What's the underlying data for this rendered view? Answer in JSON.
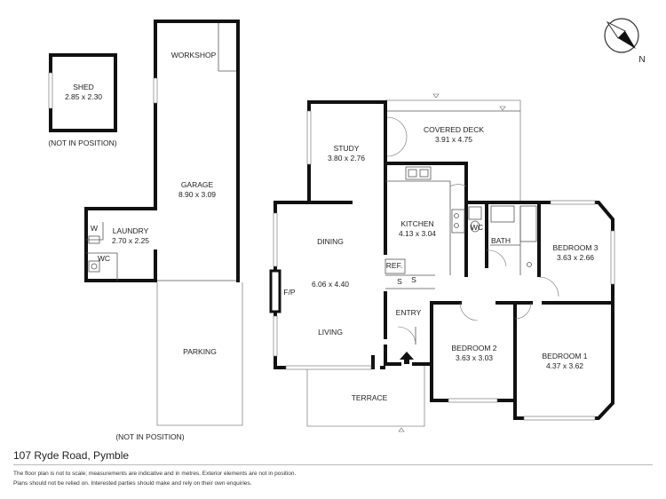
{
  "rooms": {
    "shed": {
      "name": "SHED",
      "dims": "2.85 x 2.30"
    },
    "workshop": {
      "name": "WORKSHOP"
    },
    "garage": {
      "name": "GARAGE",
      "dims": "8.90 x 3.09"
    },
    "laundry": {
      "name": "LAUNDRY",
      "dims": "2.70 x 2.25"
    },
    "w": {
      "name": "W"
    },
    "wc_laundry": {
      "name": "WC"
    },
    "parking": {
      "name": "PARKING"
    },
    "study": {
      "name": "STUDY",
      "dims": "3.80 x 2.76"
    },
    "covered_deck": {
      "name": "COVERED DECK",
      "dims": "3.91 x 4.75"
    },
    "kitchen": {
      "name": "KITCHEN",
      "dims": "4.13 x 3.04"
    },
    "wc_main": {
      "name": "WC"
    },
    "bath": {
      "name": "BATH"
    },
    "bedroom3": {
      "name": "BEDROOM 3",
      "dims": "3.63 x 2.66"
    },
    "dining": {
      "name": "DINING"
    },
    "dining_living_dims": {
      "dims": "6.06 x 4.40"
    },
    "living": {
      "name": "LIVING"
    },
    "fp": {
      "name": "F/P"
    },
    "ref": {
      "name": "REF."
    },
    "s1": {
      "name": "S"
    },
    "s2": {
      "name": "S"
    },
    "entry": {
      "name": "ENTRY"
    },
    "bedroom2": {
      "name": "BEDROOM 2",
      "dims": "3.63 x 3.03"
    },
    "bedroom1": {
      "name": "BEDROOM 1",
      "dims": "4.37 x 3.62"
    },
    "terrace": {
      "name": "TERRACE"
    }
  },
  "notes": {
    "shed_not_in_position": "(NOT IN POSITION)",
    "parking_not_in_position": "(NOT IN POSITION)"
  },
  "compass": {
    "label": "N"
  },
  "footer": {
    "address": "107 Ryde Road, Pymble",
    "disclaimer_line1": "The floor plan is not to scale; measurements are indicative and in metres. Exterior elements are not in position.",
    "disclaimer_line2": "Plans should not be relied on. Interested parties should make and rely on their own enquiries."
  }
}
